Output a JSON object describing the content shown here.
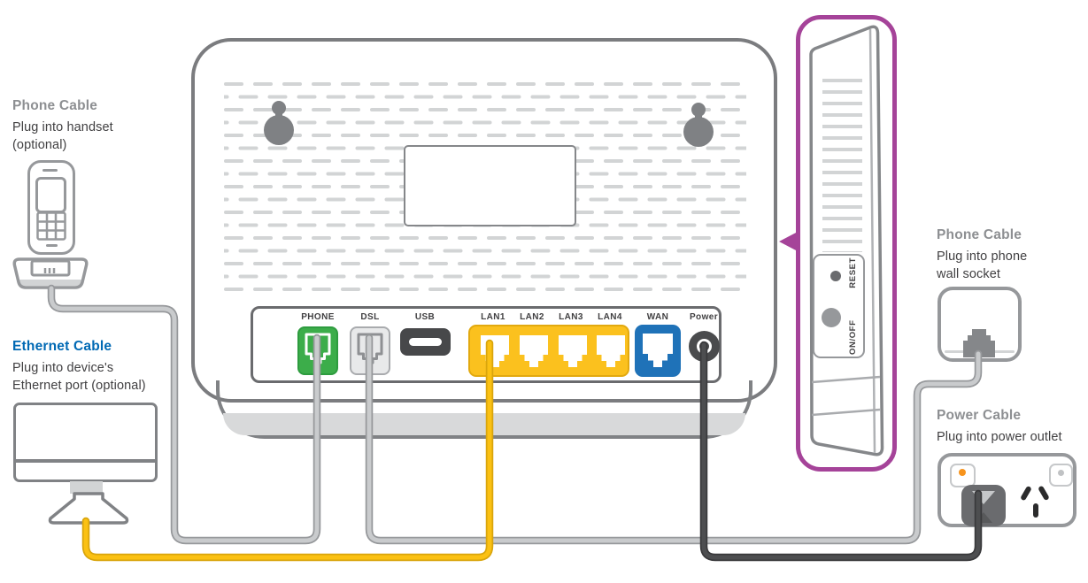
{
  "annotations": {
    "handset": {
      "title": "Phone Cable",
      "lines": [
        "Plug into handset",
        "(optional)"
      ]
    },
    "ethernet": {
      "title": "Ethernet Cable",
      "lines": [
        "Plug into device's",
        "Ethernet port (optional)"
      ]
    },
    "wall_socket": {
      "title": "Phone Cable",
      "lines": [
        "Plug into phone",
        "wall socket"
      ]
    },
    "power": {
      "title": "Power Cable",
      "lines": [
        "Plug into power outlet"
      ]
    }
  },
  "router_back": {
    "port_labels": [
      "PHONE",
      "DSL",
      "USB",
      "LAN1",
      "LAN2",
      "LAN3",
      "LAN4",
      "WAN",
      "Power"
    ]
  },
  "side_view": {
    "onoff": "ON/OFF",
    "reset": "RESET"
  },
  "colors": {
    "highlight_purple": "#A54399",
    "phone_port_green": "#3CAD4A",
    "wan_port_blue": "#1F72B8",
    "lan_block_yellow": "#FBC11E",
    "ethernet_cable_yellow": "#FBC113",
    "power_cable_black": "#454547",
    "phone_cable_gray": "#C9CBCD",
    "heading_gray": "#8D8F92",
    "heading_blue": "#0069B4",
    "body_text": "#414042"
  }
}
